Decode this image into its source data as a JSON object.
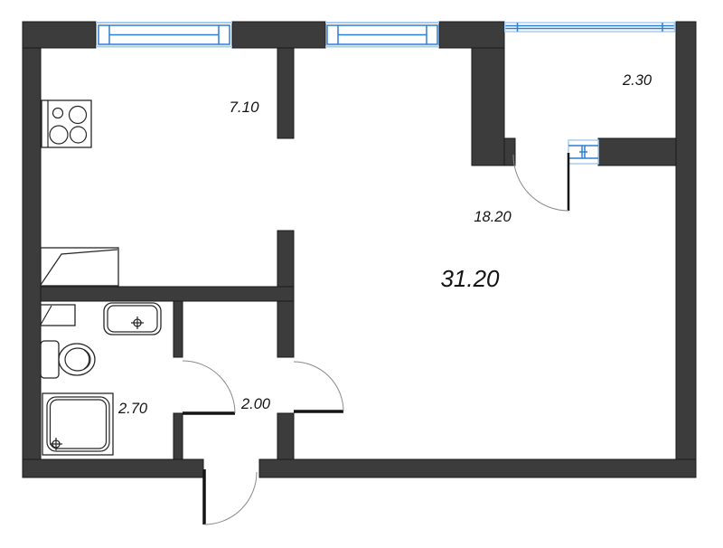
{
  "floor_plan": {
    "rooms": {
      "kitchen": {
        "area": "7.10"
      },
      "balcony": {
        "area": "2.30"
      },
      "living_room": {
        "area": "18.20"
      },
      "total": {
        "area": "31.20"
      },
      "bathroom": {
        "area": "2.70"
      },
      "hallway": {
        "area": "2.00"
      }
    },
    "fixtures": [
      "stove-icon",
      "kitchen-counter-icon",
      "bathroom-shelf-icon",
      "sink-icon",
      "toilet-icon",
      "shower-tray-icon"
    ],
    "colors": {
      "background": "#ffffff",
      "wall_fill": "#3c3c3c",
      "wall_outline": "#1a1a1a",
      "window_blue": "#2e7fd4",
      "window_light_blue": "#a6cdf0",
      "door_arc_gray": "#8a8a8a",
      "fixture_line": "#262626",
      "label_text": "#141414"
    }
  }
}
